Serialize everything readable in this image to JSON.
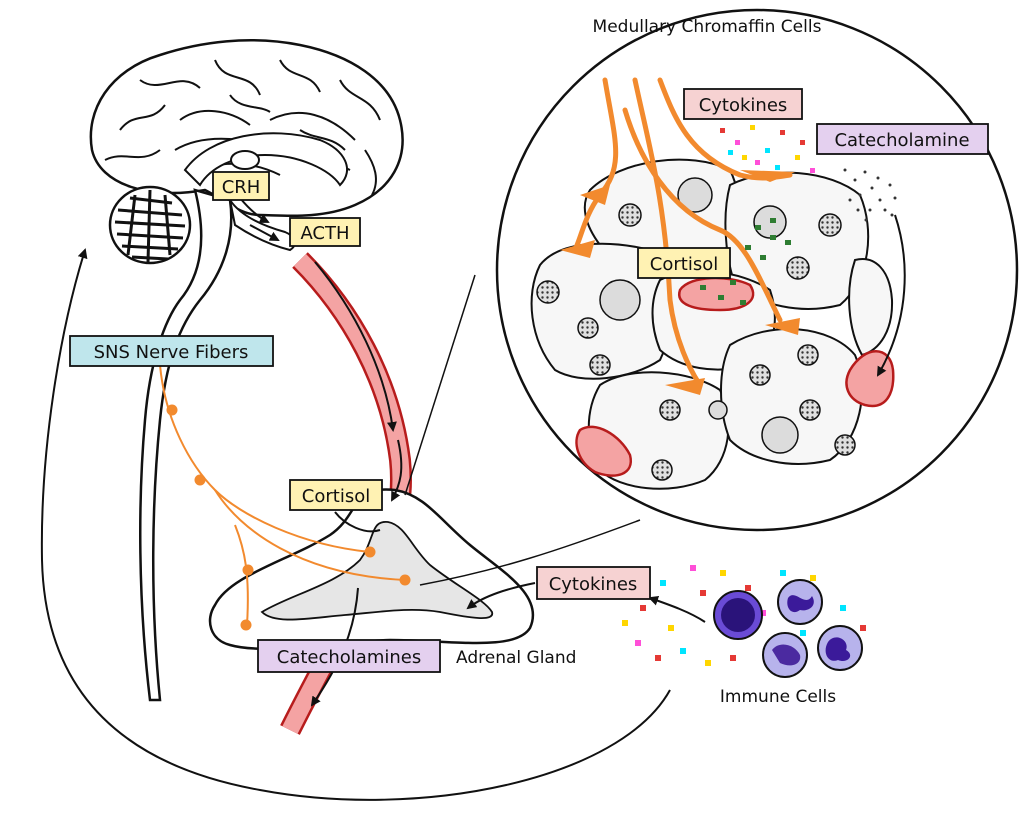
{
  "labels": {
    "crh": "CRH",
    "acth": "ACTH",
    "sns": "SNS Nerve Fibers",
    "cortisol": "Cortisol",
    "catecholamines": "Catecholamines",
    "adrenal": "Adrenal Gland",
    "cytokines": "Cytokines",
    "immune": "Immune Cells",
    "medullary_title": "Medullary Chromaffin Cells",
    "inset_cytokines": "Cytokines",
    "inset_catecholamine": "Catecholamine",
    "inset_cortisol": "Cortisol"
  },
  "colors": {
    "yellow_box": "#fff2b3",
    "blue_box": "#bfe6ec",
    "pink_box": "#f6d2d2",
    "purple_box": "#e4d0ef",
    "nerve": "#f28a2e",
    "vessel_fill": "#f4a3a3",
    "vessel_stroke": "#b71c1c",
    "gland": "#e6e6e6",
    "immune": "#4b2aa0",
    "stroke": "#111111"
  }
}
